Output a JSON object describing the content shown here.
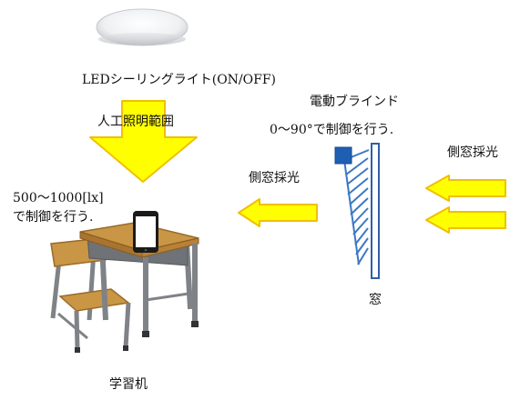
{
  "labels": {
    "ceiling_light": "LEDシーリングライト(ON/OFF)",
    "lighting_range": "人工照明範囲",
    "blind_title": "電動ブラインド",
    "blind_control": "0～90°で制御を行う.",
    "illuminance_line1": "500～1000[lx]",
    "illuminance_line2": "で制御を行う.",
    "side_light_right": "側窓採光",
    "side_light_left": "側窓採光",
    "window": "窓",
    "desk": "学習机"
  },
  "colors": {
    "arrow_fill": "#ffff00",
    "arrow_stroke": "#f0c000",
    "blind_blue": "#3d78c4",
    "motor_blue": "#1f5fb3",
    "desk_wood": "#c99645",
    "desk_wood_dark": "#9a6a28",
    "frame_gray": "#8c8f94"
  },
  "icons": {
    "ceiling_light": "ceiling-light-icon",
    "desk": "school-desk-icon",
    "tablet": "tablet-icon",
    "blind": "blind-icon",
    "window": "window-icon"
  }
}
